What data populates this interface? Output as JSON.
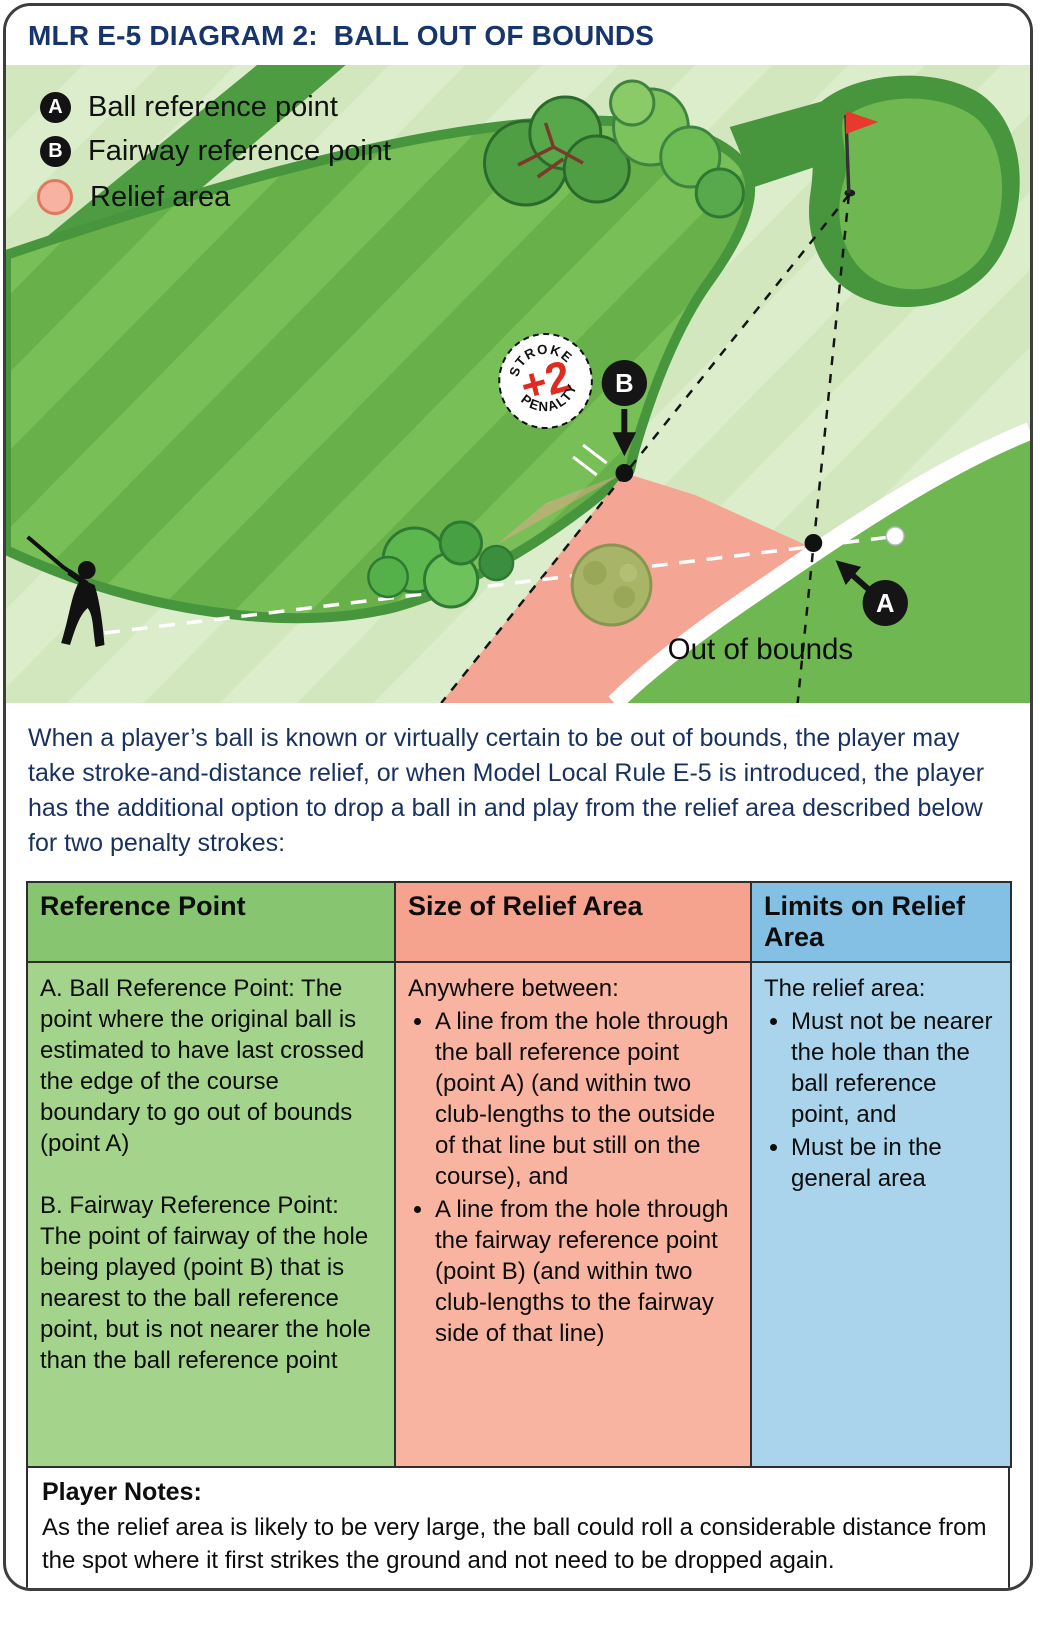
{
  "colors": {
    "title-blue": "#17356b",
    "bg-light-green": "#dcedcb",
    "fairway-green": "#68b14a",
    "fairway-stripe": "#78bf58",
    "dark-green": "#47963d",
    "relief-salmon": "#f4a593",
    "penalty-red": "#e02b20",
    "flag-red": "#e8392e",
    "table-green-header": "#87c571",
    "table-green-body": "#a4d48c",
    "table-salmon-header": "#f5a28f",
    "table-salmon-body": "#f8b4a1",
    "table-blue-header": "#83c0e4",
    "table-blue-body": "#a9d4ec"
  },
  "header": {
    "title": "MLR E-5 DIAGRAM 2:  BALL OUT OF BOUNDS"
  },
  "legend": {
    "items": [
      {
        "marker": "A",
        "label": "Ball reference point"
      },
      {
        "marker": "B",
        "label": "Fairway reference point"
      },
      {
        "marker": "relief",
        "label": "Relief area"
      }
    ]
  },
  "diagram": {
    "penalty_badge": {
      "top": "STROKE",
      "value": "+2",
      "bottom": "PENALTY"
    },
    "point_a": "A",
    "point_b": "B",
    "out_of_bounds": "Out of bounds"
  },
  "intro": "When a player’s ball is known or virtually certain to be out of bounds, the player may take stroke-and-distance relief, or when Model Local Rule E-5 is introduced, the player has the additional option to drop a ball in and play from the relief area described below for two penalty strokes:",
  "table": {
    "columns": [
      {
        "header": "Reference Point",
        "paragraphs": [
          "A. Ball Reference Point: The point where the original ball is estimated to have last crossed the edge of the course boundary to go out of bounds (point A)",
          "B. Fairway Reference Point: The point of fairway of the hole being played (point B) that is nearest to the ball reference point, but is not nearer the hole than the ball reference point"
        ]
      },
      {
        "header": "Size of Relief Area",
        "intro": "Anywhere between:",
        "bullets": [
          "A line from the hole through the ball reference point (point A) (and within two club-lengths to the outside of that line but still on the course), and",
          "A line from the hole through the fairway reference point (point B) (and within two club-lengths to the fairway side of that line)"
        ]
      },
      {
        "header": "Limits on Relief Area",
        "intro": "The relief area:",
        "bullets": [
          "Must not be nearer the hole than the ball reference point, and",
          "Must be in the general area"
        ]
      }
    ]
  },
  "notes": {
    "title": "Player Notes:",
    "body": "As the relief area is likely to be very large, the ball could roll a considerable distance from the spot where it first strikes the ground and not need to be dropped again."
  }
}
